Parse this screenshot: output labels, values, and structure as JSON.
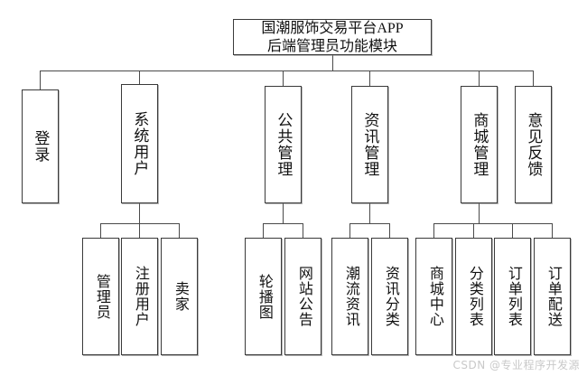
{
  "diagram": {
    "type": "tree",
    "title_line1": "国潮服饰交易平台APP",
    "title_line2": "后端管理员功能模块",
    "root": {
      "id": "root",
      "label": "国潮服饰交易平台APP后端管理员功能模块"
    },
    "level2": [
      {
        "id": "login",
        "label": "登录"
      },
      {
        "id": "sysuser",
        "label": "系统用户"
      },
      {
        "id": "public",
        "label": "公共管理"
      },
      {
        "id": "news",
        "label": "资讯管理"
      },
      {
        "id": "mall",
        "label": "商城管理"
      },
      {
        "id": "feedback",
        "label": "意见反馈"
      }
    ],
    "level3": {
      "sysuser": [
        {
          "id": "admin",
          "label": "管理员"
        },
        {
          "id": "reguser",
          "label": "注册用户"
        },
        {
          "id": "seller",
          "label": "卖家"
        }
      ],
      "public": [
        {
          "id": "carousel",
          "label": "轮播图"
        },
        {
          "id": "notice",
          "label": "网站公告"
        }
      ],
      "news": [
        {
          "id": "trendnews",
          "label": "潮流资讯"
        },
        {
          "id": "newscat",
          "label": "资讯分类"
        }
      ],
      "mall": [
        {
          "id": "mallcenter",
          "label": "商城中心"
        },
        {
          "id": "catlist",
          "label": "分类列表"
        },
        {
          "id": "orderlist",
          "label": "订单列表"
        },
        {
          "id": "ordership",
          "label": "订单配送"
        }
      ]
    },
    "colors": {
      "border": "#3a3a3a",
      "line": "#4a4a4a",
      "text": "#111111",
      "background": "#ffffff",
      "watermark": "#c9c9c9"
    }
  },
  "watermark": "CSDN @专业程序开发源"
}
